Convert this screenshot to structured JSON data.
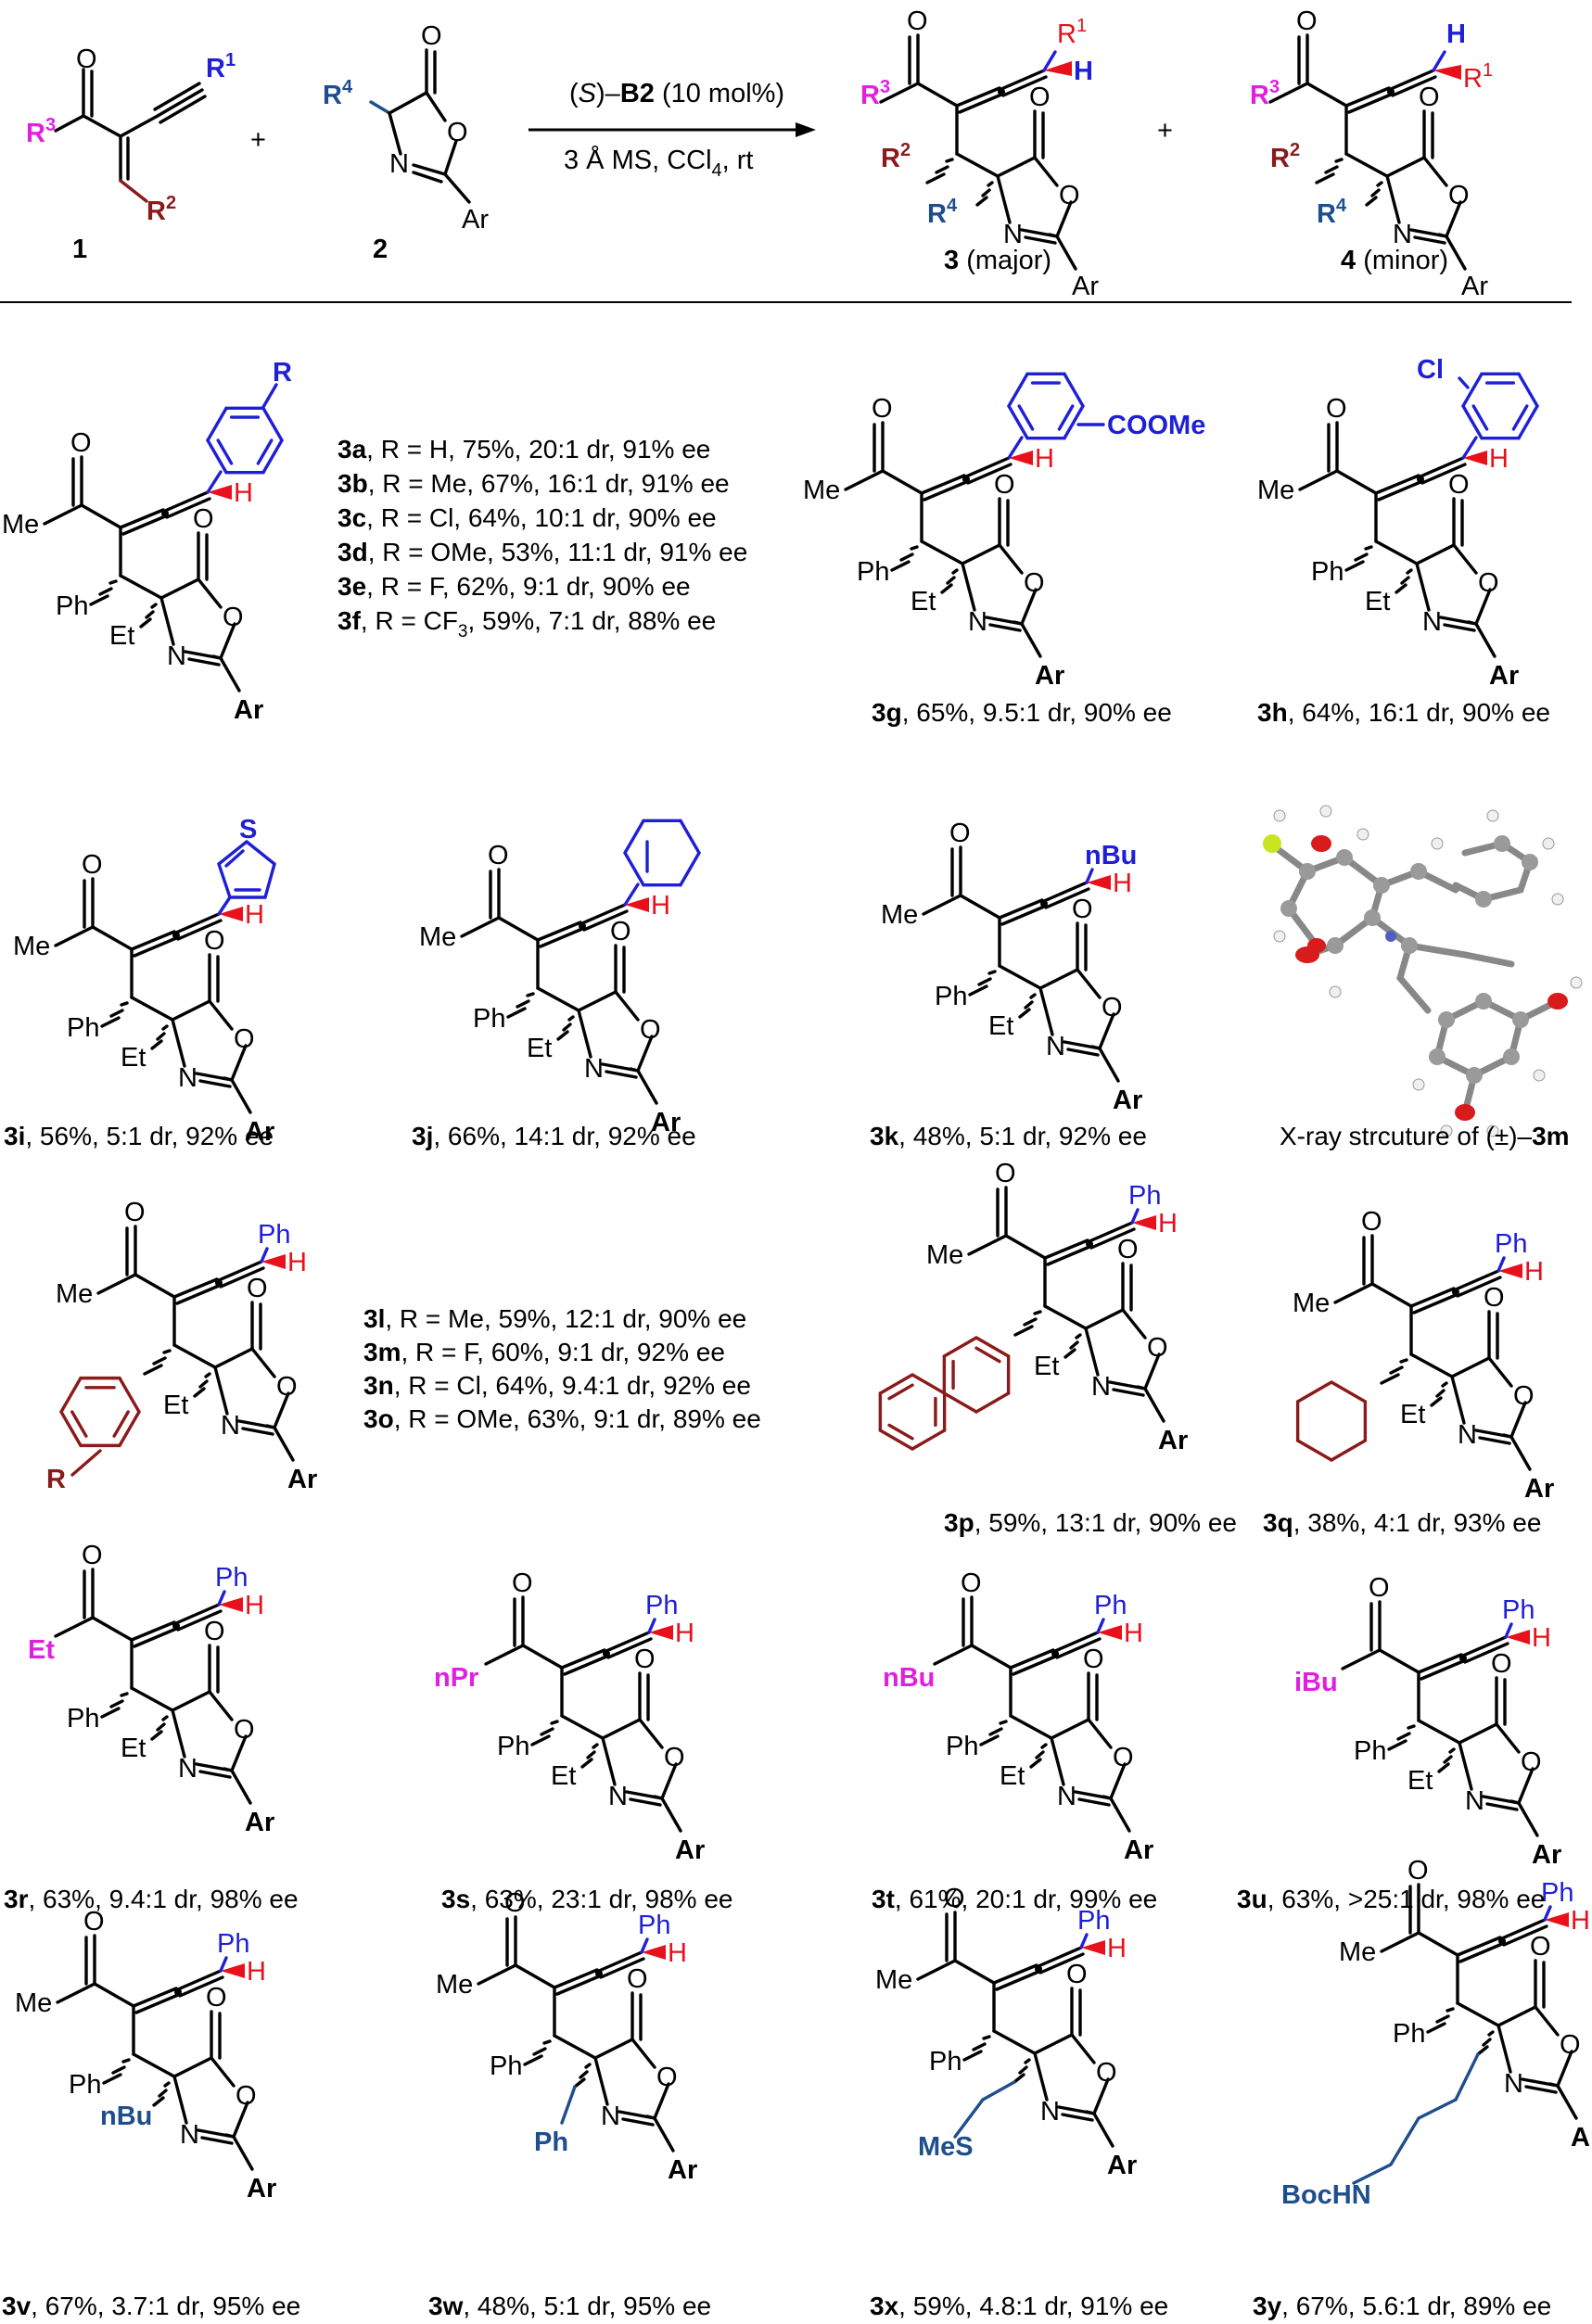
{
  "scheme": {
    "reactant_1": {
      "number": "1",
      "labels": {
        "R1": "R",
        "R1_sup": "1",
        "R3": "R",
        "R3_sup": "3",
        "R2": "R",
        "R2_sup": "2",
        "O": "O"
      }
    },
    "plus_sign": "+",
    "reactant_2": {
      "number": "2",
      "labels": {
        "R4": "R",
        "R4_sup": "4",
        "N": "N",
        "O1": "O",
        "O2": "O",
        "Ar": "Ar"
      }
    },
    "conditions": {
      "line1_prefix": "(",
      "line1_italic": "S",
      "line1_mid": ")–",
      "line1_bold": "B2",
      "line1_suffix": " (10 mol%)",
      "line2": "3 Å MS, CCl",
      "line2_sub": "4",
      "line2_suffix": ", rt"
    },
    "product_3": {
      "number": "3",
      "note": " (major)"
    },
    "product_4": {
      "number": "4",
      "note": " (minor)"
    },
    "common_labels": {
      "O": "O",
      "N": "N",
      "Ar": "Ar",
      "H": "H",
      "R": "R",
      "sup1": "1",
      "sup2": "2",
      "sup3": "3",
      "sup4": "4"
    }
  },
  "substituent_labels": {
    "Me": "Me",
    "Ph": "Ph",
    "Et": "Et",
    "nBu": "nBu",
    "nPr": "nPr",
    "iBu": "iBu",
    "COOMe": "COOMe",
    "Cl": "Cl",
    "S": "S",
    "MeS": "MeS",
    "BocHN": "BocHN",
    "R": "R"
  },
  "series_a_f": [
    {
      "id": "3a",
      "text": ", R = H, 75%, 20:1 dr, 91% ee"
    },
    {
      "id": "3b",
      "text": ", R = Me, 67%, 16:1 dr, 91% ee"
    },
    {
      "id": "3c",
      "text": ", R = Cl, 64%, 10:1 dr, 90% ee"
    },
    {
      "id": "3d",
      "text": ", R = OMe, 53%, 11:1 dr, 91% ee"
    },
    {
      "id": "3e",
      "text": ", R = F, 62%, 9:1 dr, 90% ee"
    },
    {
      "id": "3f",
      "text": ", R = CF",
      "sub": "3",
      "tail": ", 59%, 7:1 dr, 88% ee"
    }
  ],
  "series_l_o": [
    {
      "id": "3l",
      "text": ", R = Me, 59%, 12:1 dr, 90% ee"
    },
    {
      "id": "3m",
      "text": ", R = F, 60%, 9:1 dr, 92% ee"
    },
    {
      "id": "3n",
      "text": ", R = Cl, 64%, 9.4:1 dr, 92% ee"
    },
    {
      "id": "3o",
      "text": ", R = OMe, 63%, 9:1 dr, 89% ee"
    }
  ],
  "captions": {
    "3g": {
      "id": "3g",
      "text": ", 65%, 9.5:1 dr, 90% ee"
    },
    "3h": {
      "id": "3h",
      "text": ", 64%, 16:1 dr, 90% ee"
    },
    "3i": {
      "id": "3i",
      "text": ", 56%, 5:1 dr, 92% ee"
    },
    "3j": {
      "id": "3j",
      "text": ", 66%, 14:1 dr, 92% ee"
    },
    "3k": {
      "id": "3k",
      "text": ", 48%, 5:1 dr, 92% ee"
    },
    "xray": {
      "text": "X-ray strcuture of (±)–",
      "id": "3m"
    },
    "3p": {
      "id": "3p",
      "text": ", 59%, 13:1 dr, 90% ee"
    },
    "3q": {
      "id": "3q",
      "text": ", 38%, 4:1 dr, 93% ee"
    },
    "3r": {
      "id": "3r",
      "text": ", 63%, 9.4:1 dr, 98% ee"
    },
    "3s": {
      "id": "3s",
      "text": ", 63%, 23:1 dr, 98% ee"
    },
    "3t": {
      "id": "3t",
      "text": ", 61%, 20:1 dr, 99% ee"
    },
    "3u": {
      "id": "3u",
      "text": ", 63%, >25:1 dr, 98% ee"
    },
    "3v": {
      "id": "3v",
      "text": ", 67%, 3.7:1 dr, 95% ee"
    },
    "3w": {
      "id": "3w",
      "text": ", 48%, 5:1 dr, 95% ee"
    },
    "3x": {
      "id": "3x",
      "text": ", 59%, 4.8:1 dr, 91% ee"
    },
    "3y": {
      "id": "3y",
      "text": ", 67%, 5.6:1 dr, 89% ee"
    }
  },
  "colors": {
    "bond": "#000000",
    "aryl_blue": "#1f1fd6",
    "hydrogen_red": "#e8101a",
    "r3_magenta": "#e020e0",
    "r2_maroon": "#8b1a1a",
    "r4_navy": "#1f4e8c"
  }
}
